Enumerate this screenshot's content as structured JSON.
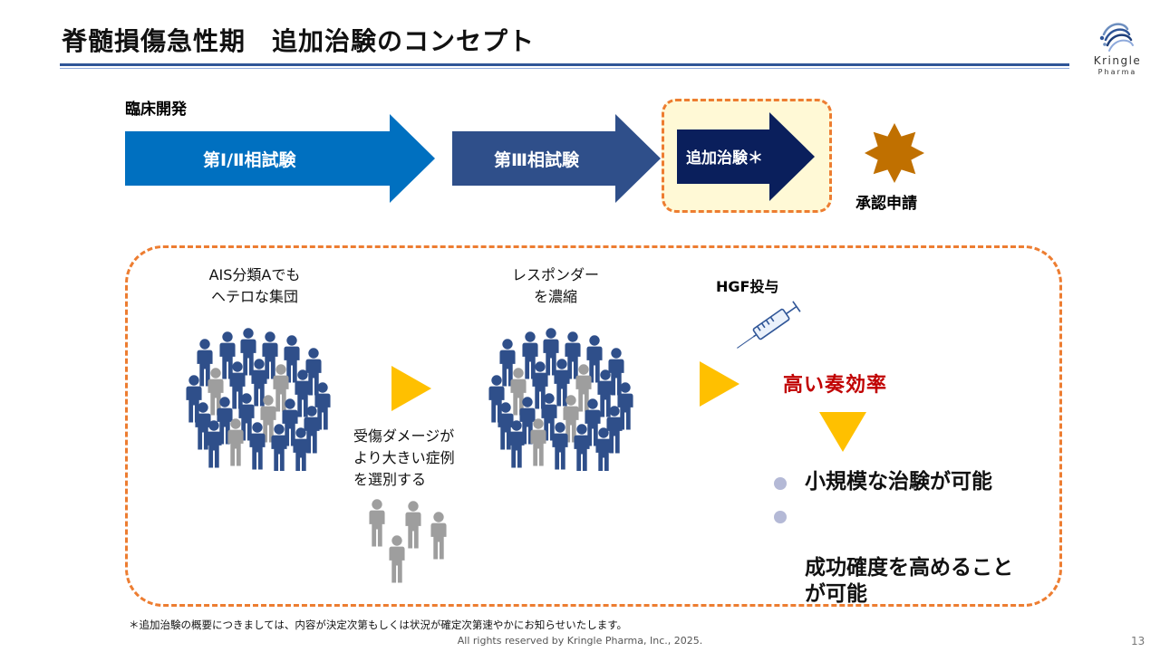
{
  "page": {
    "title": "脊髄損傷急性期　追加治験のコンセプト",
    "logo": {
      "word": "Kringle",
      "sub": "Pharma"
    }
  },
  "pipeline": {
    "section_label": "臨床開発",
    "arrows": [
      {
        "label": "第Ⅰ/Ⅱ相試験",
        "color": "#0070c0"
      },
      {
        "label": "第Ⅲ相試験",
        "color": "#2f4f8a"
      },
      {
        "label": "追加治験＊",
        "color": "#0a1f5c"
      }
    ],
    "approval_label": "承認申請",
    "approval_color": "#c07000"
  },
  "concept": {
    "group1_caption": [
      "AIS分類Aでも",
      "ヘテロな集団"
    ],
    "selection_caption": [
      "受傷ダメージが",
      "より大きい症例",
      "を選別する"
    ],
    "group2_caption": [
      "レスポンダー",
      "を濃縮"
    ],
    "hgf_label": "HGF投与",
    "efficacy_label": "高い奏効率",
    "outcomes": [
      "小規模な治験が可能",
      "成功確度を高めること\nが可能"
    ]
  },
  "colors": {
    "accent_orange": "#ed7d31",
    "arrow_yellow": "#ffc000",
    "people_blue": "#2f4f8a",
    "people_grey": "#9e9e9e",
    "efficacy_red": "#c00000"
  },
  "footer": {
    "footnote": "＊追加治験の概要につきましては、内容が決定次第もしくは状況が確定次第速やかにお知らせいたします。",
    "copyright": "All rights reserved by Kringle Pharma, Inc., 2025.",
    "page_number": "13"
  }
}
